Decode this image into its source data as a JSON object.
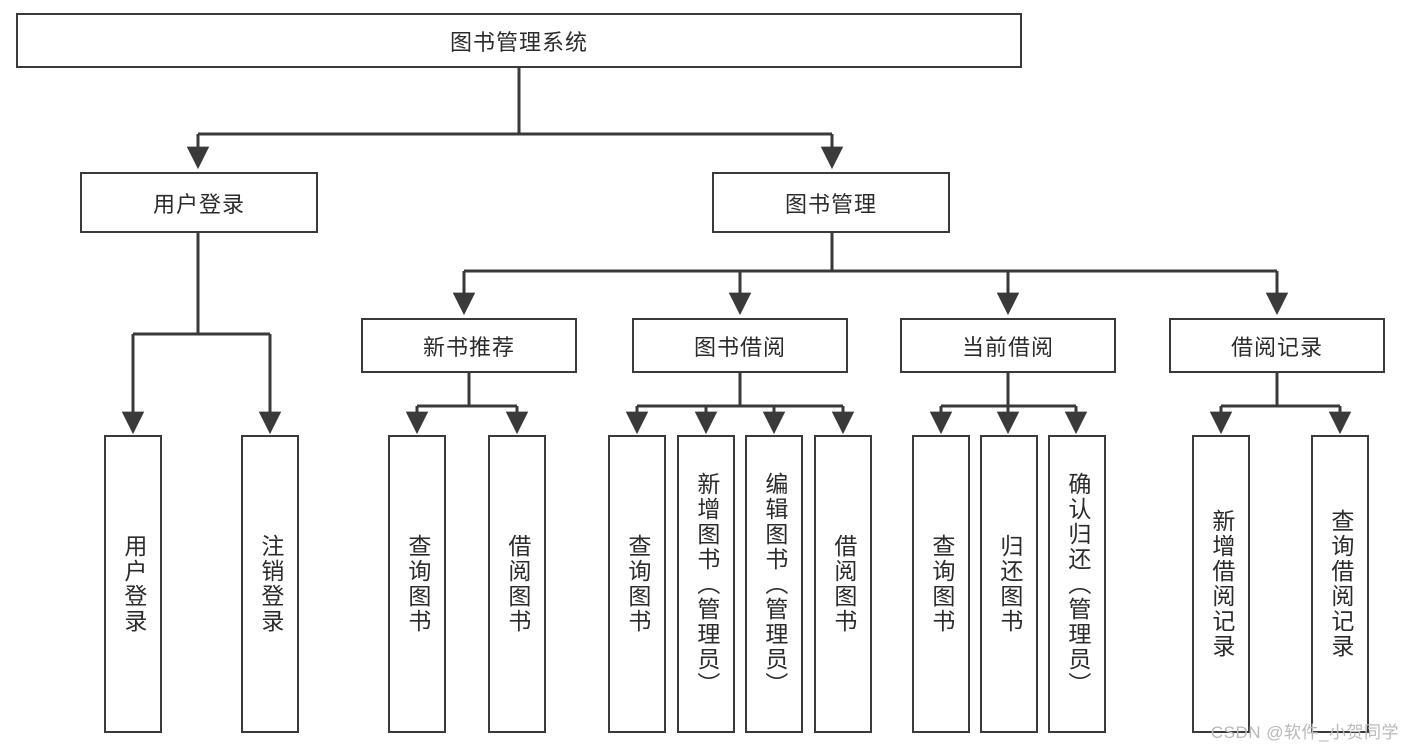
{
  "diagram": {
    "title": "图书管理系统",
    "type": "tree-hierarchy",
    "root": {
      "label": "图书管理系统"
    },
    "level2": [
      {
        "label": "用户登录"
      },
      {
        "label": "图书管理"
      }
    ],
    "level3": [
      {
        "label": "新书推荐"
      },
      {
        "label": "图书借阅"
      },
      {
        "label": "当前借阅"
      },
      {
        "label": "借阅记录"
      }
    ],
    "leaves": {
      "user_login": [
        {
          "label": "用户登录"
        },
        {
          "label": "注销登录"
        }
      ],
      "new_book_recommend": [
        {
          "label": "查询图书"
        },
        {
          "label": "借阅图书"
        }
      ],
      "book_borrow": [
        {
          "label": "查询图书"
        },
        {
          "label": "新增图书（管理员）"
        },
        {
          "label": "编辑图书（管理员）"
        },
        {
          "label": "借阅图书"
        }
      ],
      "current_borrow": [
        {
          "label": "查询图书"
        },
        {
          "label": "归还图书"
        },
        {
          "label": "确认归还（管理员）"
        }
      ],
      "borrow_records": [
        {
          "label": "新增借阅记录"
        },
        {
          "label": "查询借阅记录"
        }
      ]
    }
  },
  "watermark": {
    "text": "CSDN @软件_小贺同学"
  },
  "colors": {
    "stroke": "#3a3a3a",
    "background": "#ffffff",
    "text": "#2b2b2b",
    "watermark": "#b9b9b9"
  }
}
